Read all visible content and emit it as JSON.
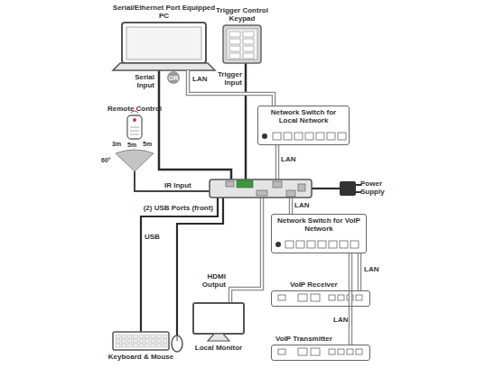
{
  "diagram": {
    "nodes": [
      {
        "text": [
          "Serial/Ethernet Port Equipped PC"
        ]
      },
      {
        "text": [
          "Trigger Control Keypad"
        ]
      },
      {
        "text": [
          "Remote Control"
        ]
      },
      {
        "text": [
          "Network Switch for Local Network"
        ]
      },
      {
        "text": [
          "Network Switch for VoIP Network"
        ]
      },
      {
        "text": [
          "Local Monitor"
        ]
      },
      {
        "text": [
          "VoIP Receiver"
        ]
      },
      {
        "text": [
          "Keyboard & Mouse"
        ]
      },
      {
        "text": [
          "VoIP Transmitter"
        ]
      },
      {
        "text": [
          "OR"
        ]
      }
    ],
    "edges": [
      {
        "from": 0,
        "to": 3,
        "arrow": "none",
        "label": "LAN"
      },
      {
        "from": 4,
        "to": 6,
        "arrow": "none",
        "label": "LAN"
      },
      {
        "from": 4,
        "to": 8,
        "arrow": "none",
        "label": "LAN"
      }
    ],
    "labels": [
      "Serial Input",
      "Trigger Input",
      "LAN",
      "3m",
      "5m",
      "5m",
      "60°",
      "IR Input",
      "(2) USB Ports (front)",
      "USB",
      "LAN",
      "Power Supply",
      "HDMI Output"
    ]
  }
}
